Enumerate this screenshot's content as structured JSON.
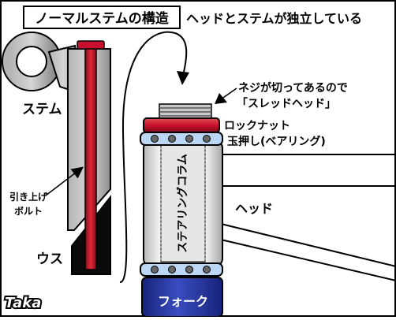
{
  "header": {
    "title": "ノーマルステムの構造",
    "subtitle": "ヘッドとステムが独立している"
  },
  "labels": {
    "stem": "ステム",
    "bolt_line1": "引き上げ",
    "bolt_line2": "ボルト",
    "wedge": "ウス",
    "thread_note_line1": "ネジが切ってあるので",
    "thread_note_line2": "「スレッドヘッド」",
    "locknut": "ロックナット",
    "washer_bearing": "玉押し(ベアリング)",
    "steering_column": "ステアリングコラム",
    "head": "ヘッド",
    "fork": "フォーク"
  },
  "signature": "Taka",
  "colors": {
    "bolt_red": "#c8102e",
    "fork_blue": "#1e2e9a",
    "bearing_blue": "#bcd7f5",
    "stem_gray": "#9a9a9a",
    "wedge_black": "#0a0a0a"
  }
}
